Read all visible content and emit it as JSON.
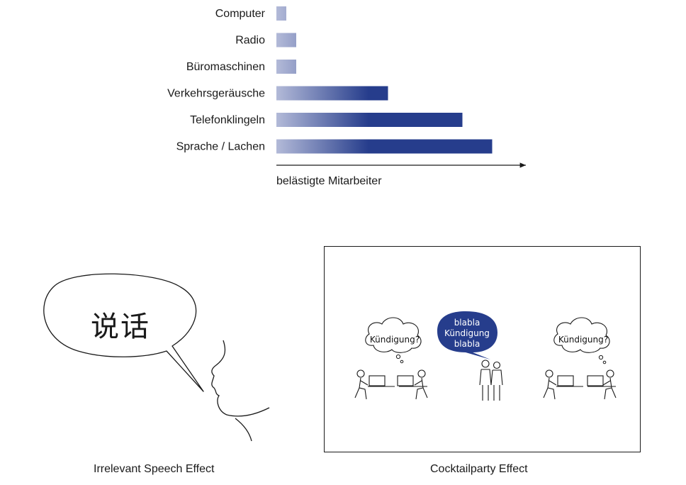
{
  "chart_data": {
    "type": "bar",
    "orientation": "horizontal",
    "categories": [
      "Computer",
      "Radio",
      "Büromaschinen",
      "Verkehrsgeräusche",
      "Telefonklingeln",
      "Sprache / Lachen"
    ],
    "values": [
      4,
      8,
      8,
      45,
      75,
      87
    ],
    "xlabel": "belästigte Mitarbeiter",
    "xlim": [
      0,
      100
    ],
    "grid": false,
    "colors": {
      "bar_dark": "#263d8c",
      "bar_light": "#b3bad8"
    }
  },
  "irrelevant_speech": {
    "speech_text": "说话",
    "caption": "Irrelevant Speech Effect"
  },
  "cocktailparty": {
    "thought_left": "Kündigung?",
    "thought_right": "Kündigung?",
    "bubble_lines": [
      "blabla",
      "Kündigung",
      "blabla"
    ],
    "bubble_color": "#263d8c",
    "caption": "Cocktailparty Effect"
  }
}
